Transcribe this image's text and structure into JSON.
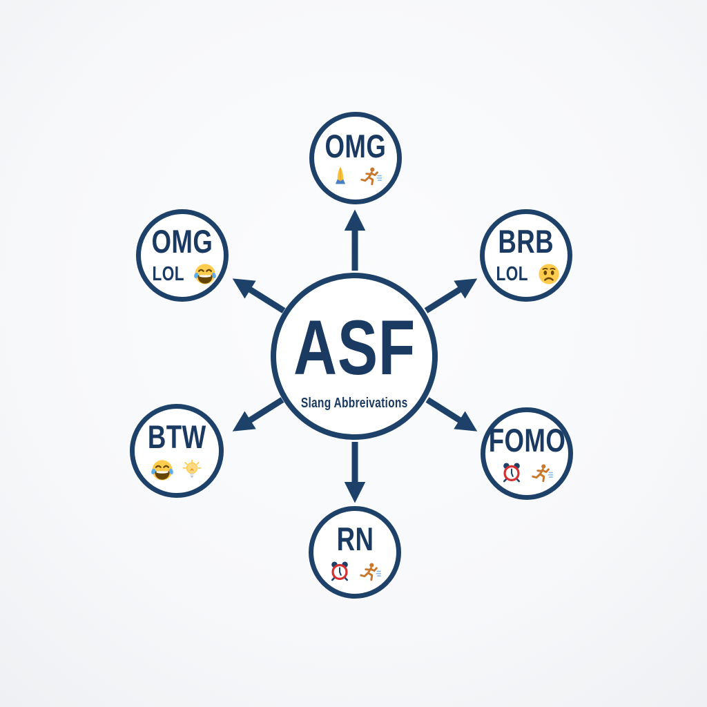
{
  "diagram": {
    "type": "radial-mind-map",
    "colors": {
      "navy": "#1d4168",
      "text_navy": "#1a3a61",
      "background": "#f8f9fa",
      "emoji_yellow": "#ffcc4d",
      "emoji_brown": "#664500",
      "tear_blue": "#5dadec",
      "alarm_red": "#d63031",
      "runner_orange": "#c8772b",
      "sleeve_blue": "#4a7fc1",
      "bulb_yellow": "#ffd983",
      "base_gray": "#ccd6dd",
      "motion_blue": "#8fbfe8"
    },
    "nodes": {
      "center": {
        "title": "ASF",
        "subtitle": "Slang Abbreivations"
      },
      "top": {
        "label": "OMG",
        "icons": [
          "folded-hands",
          "runner"
        ]
      },
      "top_left": {
        "label": "OMG",
        "sublabel": "LOL",
        "icons": [
          "joy-face"
        ]
      },
      "top_right": {
        "label": "BRB",
        "sublabel": "LOL",
        "icons": [
          "worried-face"
        ]
      },
      "bottom_left": {
        "label": "BTW",
        "icons": [
          "joy-face",
          "lightbulb"
        ]
      },
      "bottom_right": {
        "label": "FOMO",
        "icons": [
          "alarm-clock",
          "runner"
        ]
      },
      "bottom": {
        "label": "RN",
        "icons": [
          "alarm-clock",
          "runner"
        ]
      }
    },
    "connections": [
      "center-to-top",
      "center-to-top-left",
      "center-to-top-right",
      "center-to-bottom-left",
      "center-to-bottom-right",
      "center-to-bottom"
    ]
  }
}
